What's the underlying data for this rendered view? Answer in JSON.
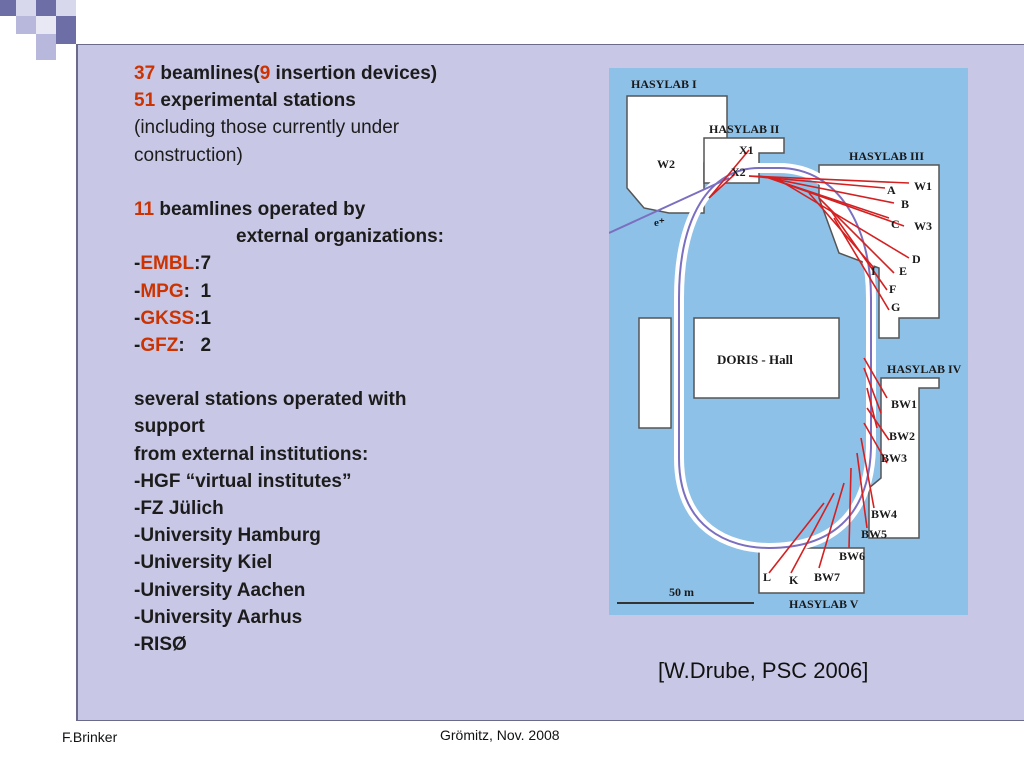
{
  "text": {
    "l1_num": "37",
    "l1_a": " beamlines(",
    "l1_num2": "9",
    "l1_b": " insertion devices)",
    "l2_num": "51",
    "l2_a": " experimental stations",
    "l3": "(including those currently under",
    "l4": "construction)",
    "l6_num": "11",
    "l6_a": " beamlines operated by",
    "l7": "external organizations:",
    "org1_dash": "-",
    "org1_name": "EMBL",
    "org1_val": ":7",
    "org2_dash": "-",
    "org2_name": "MPG",
    "org2_val": ":  1",
    "org3_dash": "-",
    "org3_name": "GKSS",
    "org3_val": ":1",
    "org4_dash": "-",
    "org4_name": "GFZ",
    "org4_val": ":   2",
    "s1": "several stations operated with",
    "s2": "support",
    "s3": "from external institutions:",
    "i1": "-HGF “virtual institutes”",
    "i2": "-FZ Jülich",
    "i3": "-University Hamburg",
    "i4": "-University Kiel",
    "i5": "-University Aachen",
    "i6": "-University Aarhus",
    "i7": "-RISØ"
  },
  "figure": {
    "labels": {
      "hasylab1": "HASYLAB I",
      "hasylab2": "HASYLAB II",
      "hasylab3": "HASYLAB III",
      "hasylab4": "HASYLAB IV",
      "hasylab5": "HASYLAB V",
      "doris": "DORIS - Hall",
      "w2": "W2",
      "x1": "X1",
      "x2": "X2",
      "e": "e⁺",
      "a": "A",
      "b": "B",
      "c": "C",
      "w1": "W1",
      "w3": "W3",
      "d": "D",
      "i": "I",
      "e2": "E",
      "f": "F",
      "g": "G",
      "bw1": "BW1",
      "bw2": "BW2",
      "bw3": "BW3",
      "bw4": "BW4",
      "bw5": "BW5",
      "bw6": "BW6",
      "bw7": "BW7",
      "l": "L",
      "k": "K",
      "scale": "50 m"
    }
  },
  "citation": "[W.Drube, PSC 2006]",
  "footer": {
    "author": "F.Brinker",
    "venue": "Grömitz, Nov. 2008"
  },
  "colors": {
    "panel": "#c8c8e6",
    "accent_red": "#cc3300",
    "map_bg": "#8ec1e8",
    "beam": "#d42020",
    "ring": "#7a6fc0"
  }
}
